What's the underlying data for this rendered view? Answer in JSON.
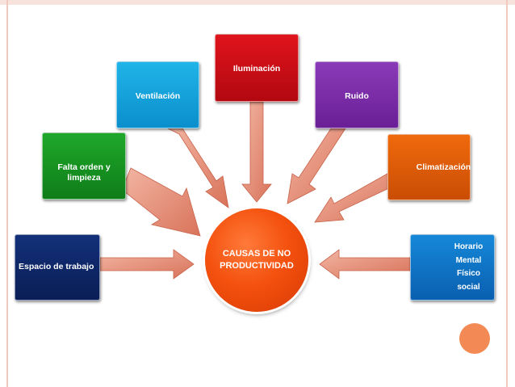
{
  "center": {
    "line1": "CAUSAS DE NO",
    "line2": "PRODUCTIVIDAD",
    "color": "#f4510e"
  },
  "causes": {
    "espacio": {
      "label": "Espacio de trabajo",
      "color": "#0b1e55"
    },
    "orden": {
      "line1": "Falta orden y",
      "line2": "limpieza",
      "color": "#0f7d19"
    },
    "ventilacion": {
      "label": "Ventilación",
      "color": "#0b8fcc"
    },
    "iluminacion": {
      "label": "Iluminación",
      "color": "#b20810"
    },
    "ruido": {
      "label": "Ruido",
      "color": "#6a1f96"
    },
    "climatizacion": {
      "label": "Climatización",
      "color": "#c94d04"
    },
    "horario": {
      "items": [
        "Horario",
        "Mental",
        "Físico",
        "social"
      ],
      "color": "#0a5fb0"
    }
  },
  "arrow_color": "#e08a73"
}
